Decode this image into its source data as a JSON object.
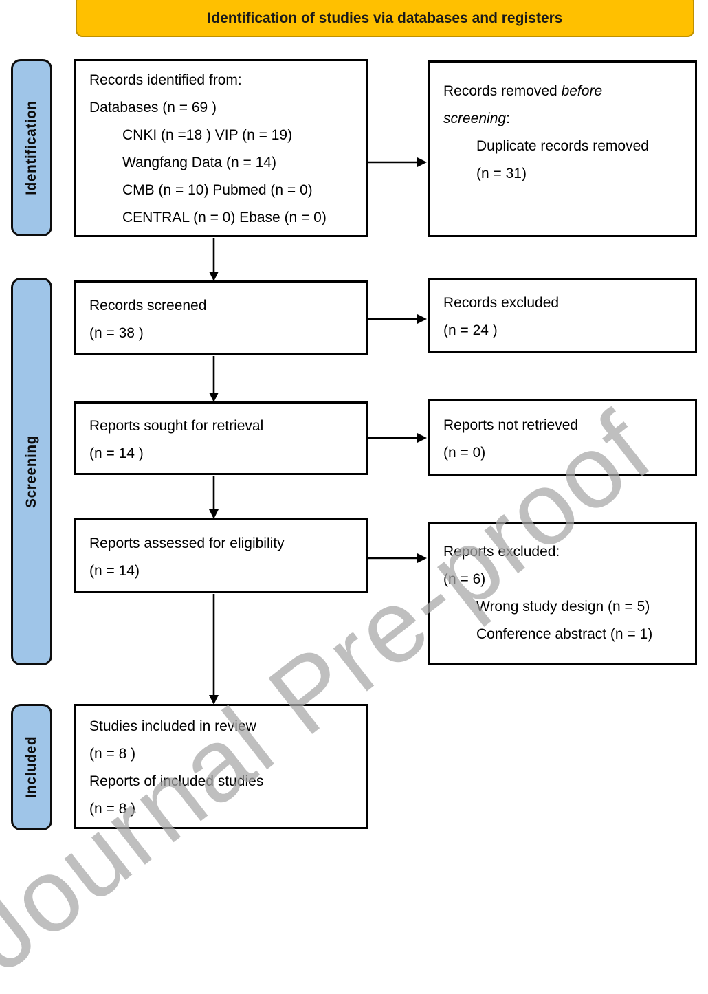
{
  "header": {
    "title": "Identification of studies via databases and registers"
  },
  "stages": {
    "identification": "Identification",
    "screening": "Screening",
    "included": "Included"
  },
  "boxes": {
    "identified": {
      "lines": [
        "Records identified from:",
        "Databases (n = 69 )",
        "CNKI (n =18 ) VIP (n = 19)",
        "Wangfang Data (n = 14)",
        "CMB (n = 10) Pubmed (n = 0)",
        "CENTRAL (n = 0) Ebase (n = 0)"
      ]
    },
    "removed": {
      "line1_prefix": "Records removed ",
      "line1_italic": "before",
      "line2_italic": "screening",
      "line2_suffix": ":",
      "reason": "Duplicate records removed",
      "count": "(n = 31)"
    },
    "screened": {
      "lines": [
        "Records screened",
        "(n = 38 )"
      ]
    },
    "excluded_records": {
      "lines": [
        "Records excluded",
        "(n = 24 )"
      ]
    },
    "sought": {
      "lines": [
        "Reports sought for retrieval",
        "(n = 14 )"
      ]
    },
    "not_retrieved": {
      "lines": [
        "Reports not retrieved",
        "(n = 0)"
      ]
    },
    "assessed": {
      "lines": [
        "Reports assessed for eligibility",
        "(n = 14)"
      ]
    },
    "excluded_reports": {
      "title": "Reports excluded:",
      "count": "(n = 6)",
      "reasons": [
        "Wrong study design (n = 5)",
        "Conference abstract (n = 1)"
      ]
    },
    "included_studies": {
      "lines": [
        "Studies included in review",
        "(n = 8 )",
        "Reports of included studies",
        "(n = 8 )"
      ]
    }
  },
  "watermark": "Journal Pre-proof",
  "colors": {
    "header_bg": "#FFC000",
    "header_border": "#BF9000",
    "stage_bg": "#9FC5E8",
    "line": "#000000",
    "watermark": "#A6A6A6"
  }
}
